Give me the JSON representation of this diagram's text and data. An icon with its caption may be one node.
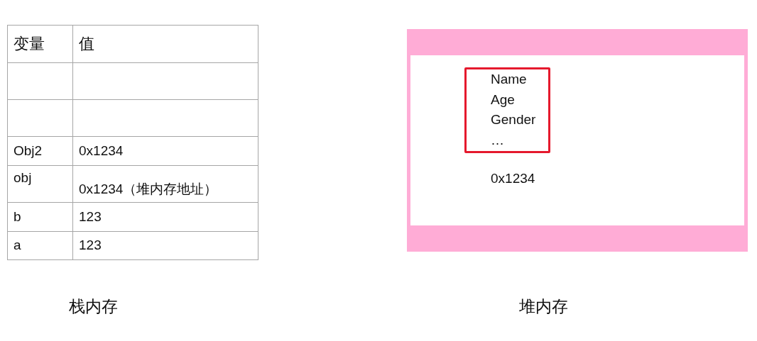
{
  "diagram": {
    "nodes": [
      {
        "text": [
          "0x1234"
        ],
        "beside": [
          "堆内存"
        ]
      },
      {
        "text": [
          "Name",
          "Age",
          "Gender",
          "…"
        ],
        "in": 0
      }
    ],
    "labels": [
      "变量",
      "值",
      "Obj2",
      "0x1234",
      "obj",
      "0x1234（堆内存地址）",
      "b",
      "123",
      "a",
      "123",
      "栈内存"
    ]
  }
}
